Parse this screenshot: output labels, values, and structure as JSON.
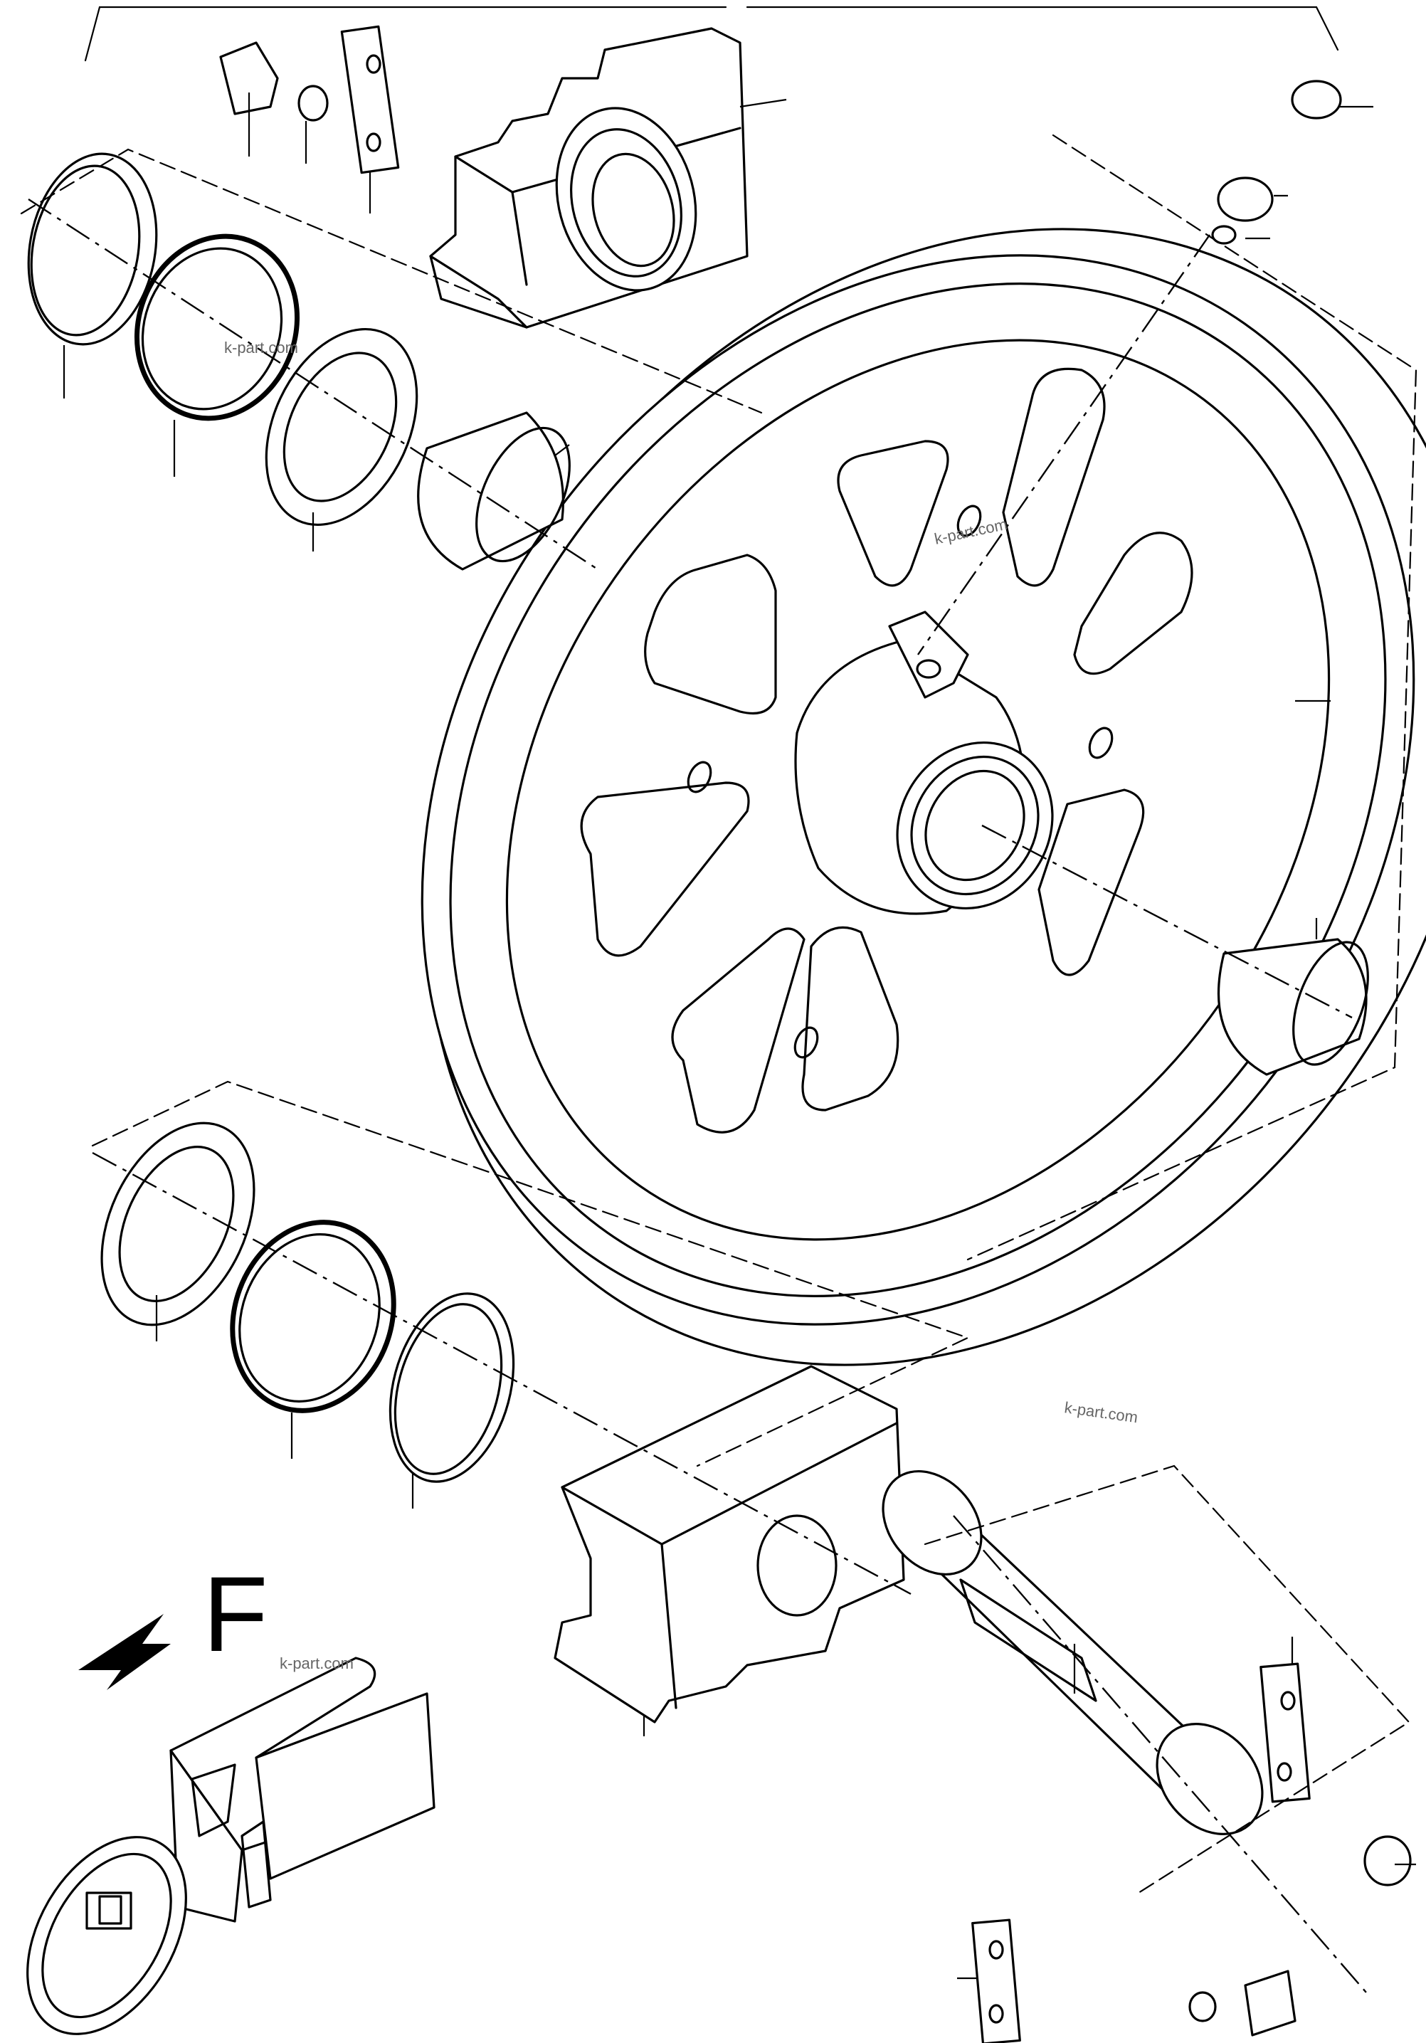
{
  "diagram": {
    "direction_label": "F",
    "watermarks": [
      "k-part.com",
      "k-part.com",
      "k-part.com",
      "k-part.com"
    ]
  },
  "icons": {
    "direction_arrow": "arrow-left-down-icon"
  },
  "colors": {
    "ink": "#000000",
    "paper": "#ffffff",
    "watermark": "#666666"
  }
}
